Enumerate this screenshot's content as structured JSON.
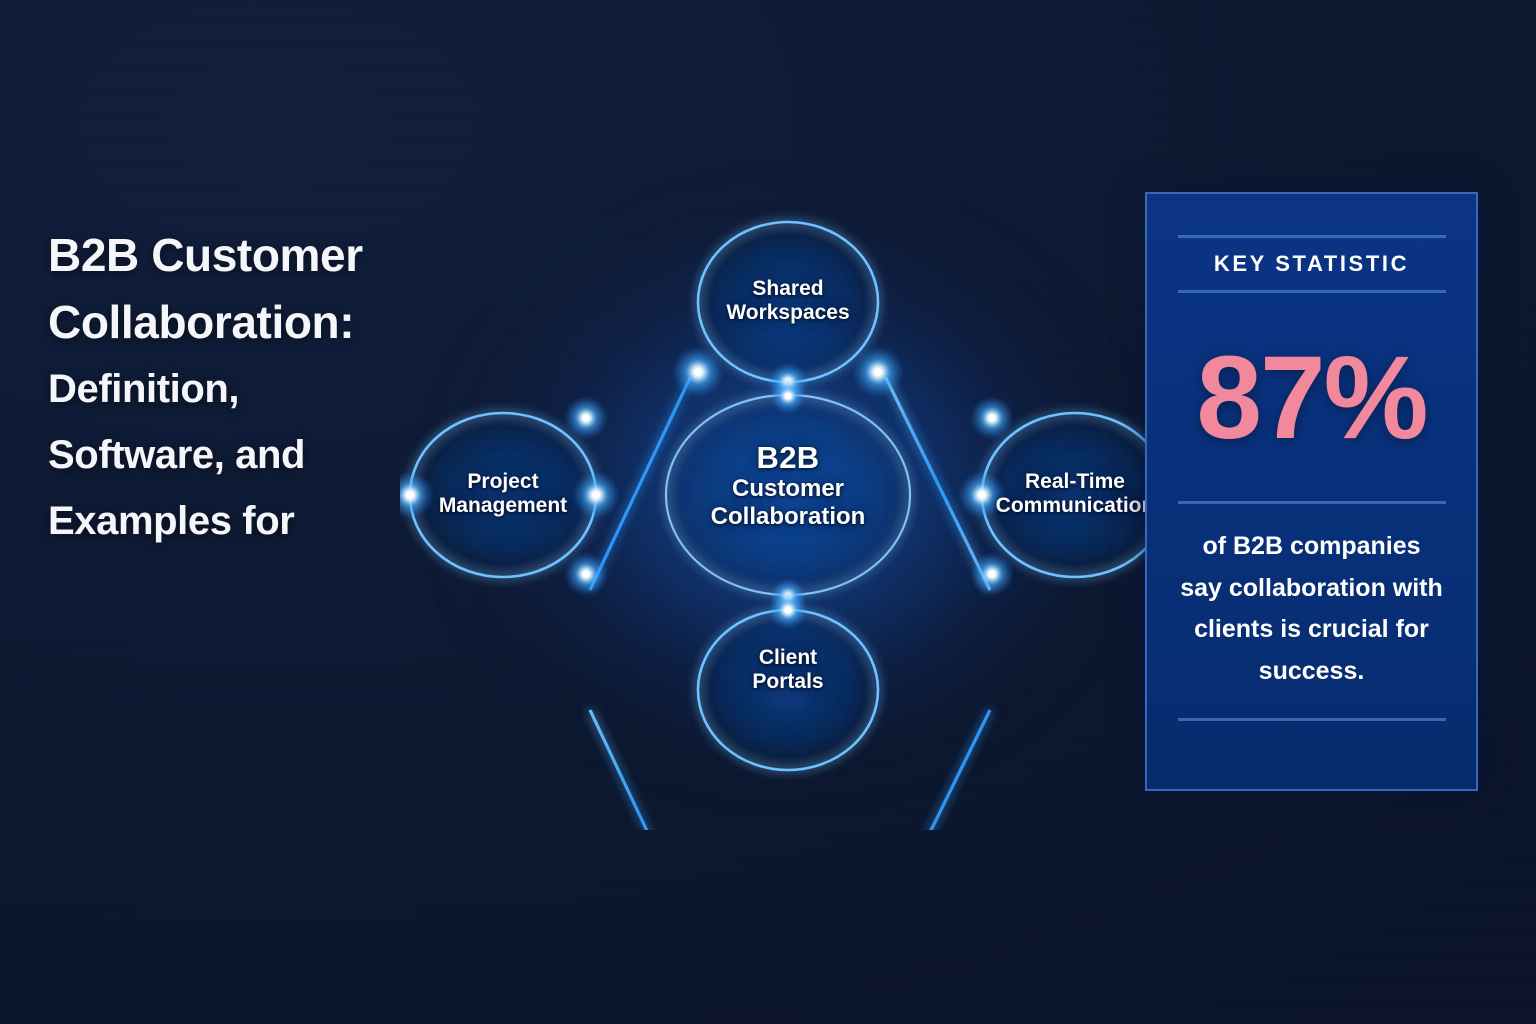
{
  "background": {
    "color": "#0c1830",
    "accent_blue": "#1a68d6"
  },
  "title": {
    "lines": [
      "B2B Customer",
      "Collaboration:",
      "Definition,",
      "Software, and",
      "Examples for"
    ]
  },
  "diagram": {
    "type": "hub-and-spoke network",
    "center_node": {
      "line1": "B2B",
      "line2": "Customer",
      "line3": "Collaboration"
    },
    "nodes": [
      {
        "position": "top",
        "line1": "Shared",
        "line2": "Workspaces"
      },
      {
        "position": "left",
        "line1": "Project",
        "line2": "Management"
      },
      {
        "position": "right",
        "line1": "Real-Time",
        "line2": "Communication"
      },
      {
        "position": "bottom",
        "line1": "Client",
        "line2": "Portals"
      }
    ],
    "ring_color": "#4aa8ff",
    "node_glow_color": "#8fd4ff"
  },
  "stat_panel": {
    "label": "KEY STATISTIC",
    "value": "87%",
    "value_color": "#f2889c",
    "description": "of B2B companies say collaboration with clients is crucial for success.",
    "panel_color": "#0a3281",
    "border_color": "#3a68b8"
  }
}
